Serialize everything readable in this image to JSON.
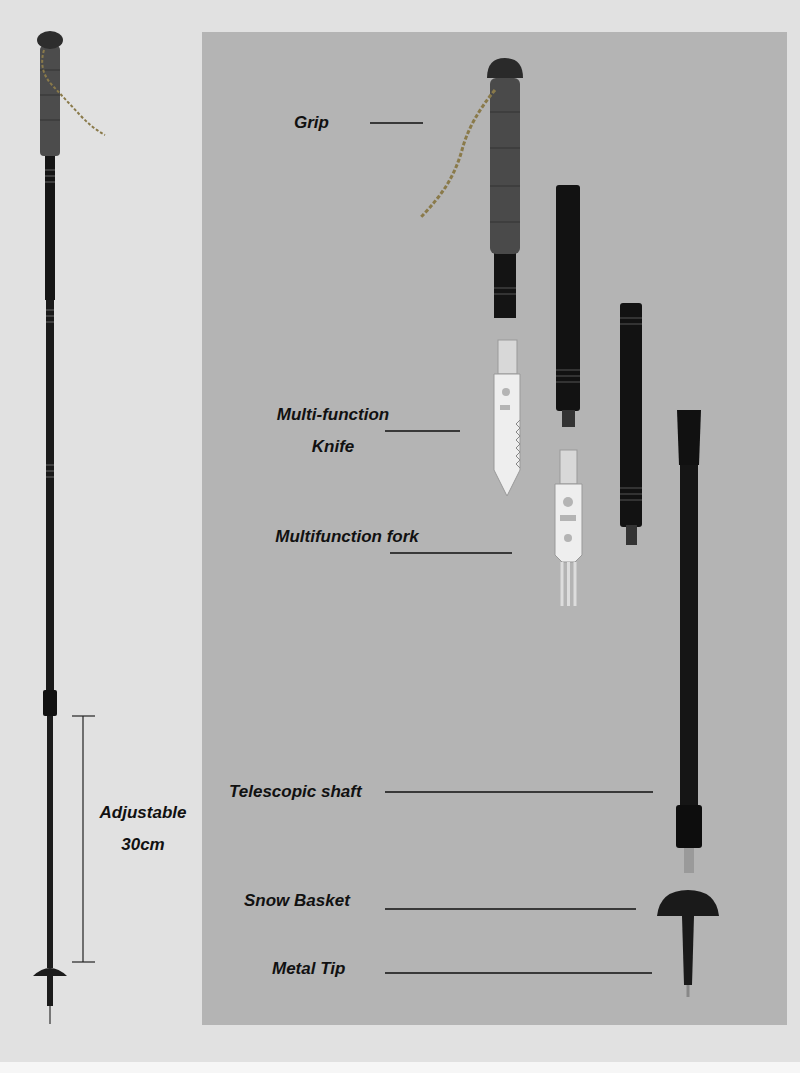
{
  "diagram": {
    "labels": [
      "Grip",
      "Multi-function Knife",
      "Multifunction fork",
      "Telescopic shaft",
      "Snow Basket",
      "Metal Tip",
      "Adjustable 30cm"
    ]
  }
}
